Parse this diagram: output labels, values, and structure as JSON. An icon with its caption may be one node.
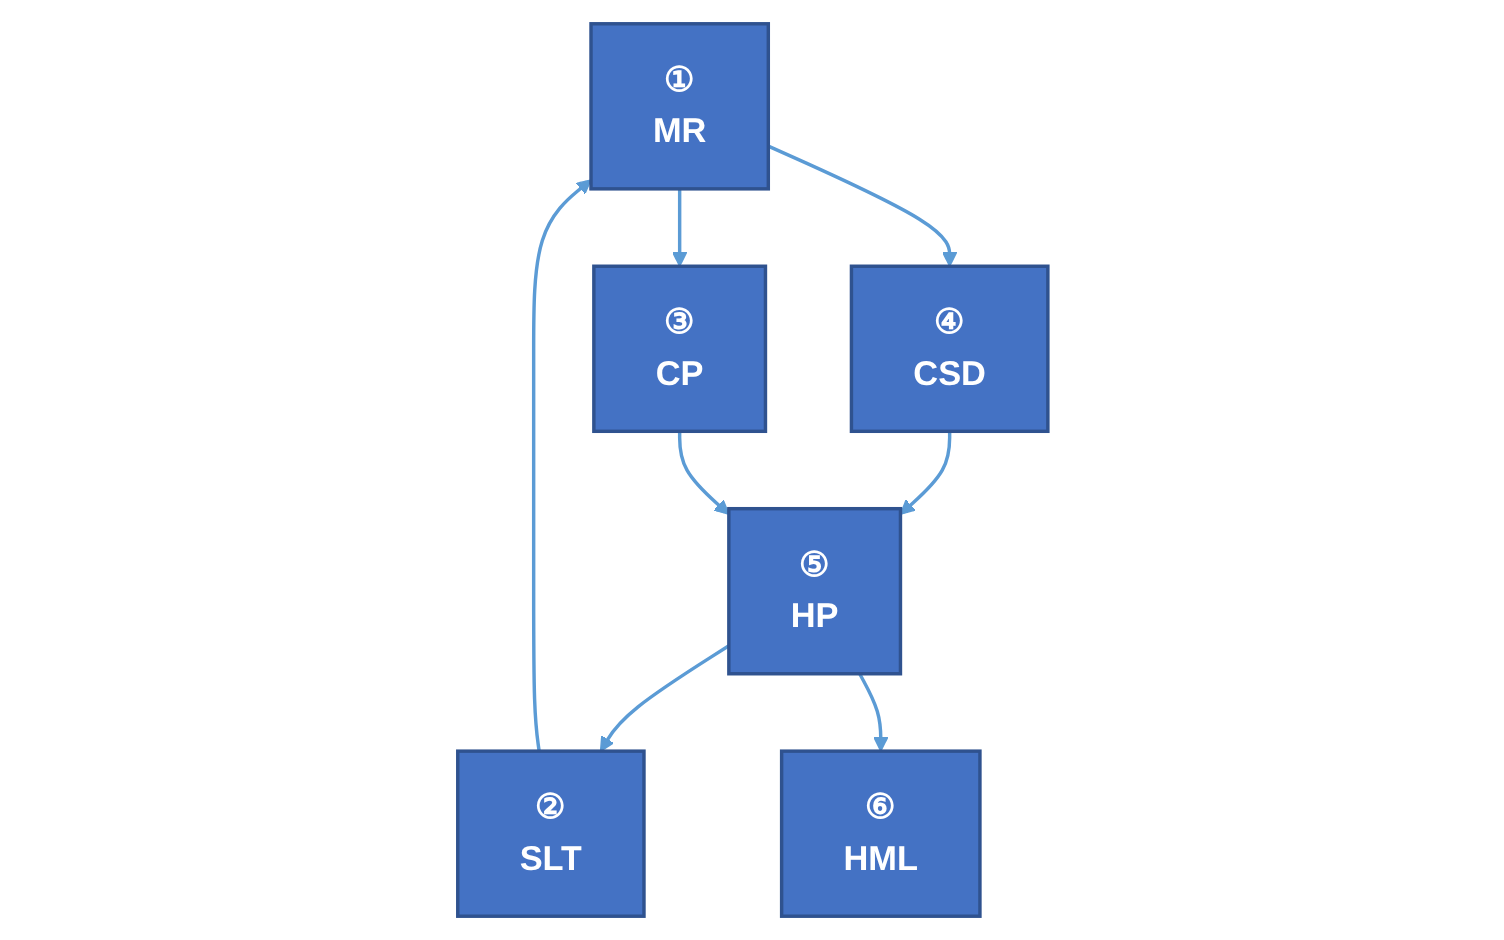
{
  "diagram": {
    "nodes": [
      {
        "text": [
          "①",
          "MR"
        ]
      },
      {
        "text": [
          "③",
          "CP"
        ]
      },
      {
        "text": [
          "④",
          "CSD"
        ]
      },
      {
        "text": [
          "②",
          "SLT"
        ]
      },
      {
        "text": [
          "⑤",
          "HP"
        ]
      },
      {
        "text": [
          "⑥",
          "HML"
        ]
      }
    ],
    "edges": [
      {
        "from": 0,
        "to": 1,
        "arrow": "to"
      },
      {
        "from": 0,
        "to": 2,
        "arrow": "to"
      },
      {
        "from": 2,
        "to": 4,
        "arrow": "to"
      },
      {
        "from": 1,
        "to": 4,
        "arrow": "to"
      },
      {
        "from": 4,
        "to": 3,
        "arrow": "to"
      },
      {
        "from": 3,
        "to": 0,
        "arrow": "to"
      },
      {
        "from": 4,
        "to": 5,
        "arrow": "to"
      }
    ]
  }
}
